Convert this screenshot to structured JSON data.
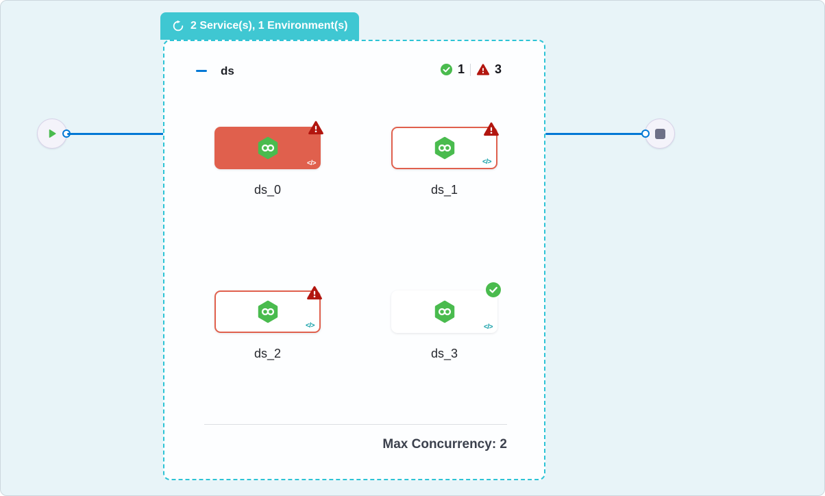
{
  "colors": {
    "canvas_bg": "#e8f4f8",
    "canvas_border": "#ccd7dd",
    "badge_teal": "#3fc7d2",
    "dashed_teal": "#2cc3d5",
    "edge_blue": "#0278d5",
    "card_red": "#e0604d",
    "alert_red": "#b2160f",
    "green": "#4abb4e",
    "code_teal": "#0a9ba4",
    "stop_gray": "#6e7087",
    "group_bg": "#fdfeff",
    "text_dark": "#1d2026",
    "label_text": "#25272d",
    "footer_text": "#3c414d"
  },
  "matrix_badge": {
    "label": "2 Service(s), 1 Environment(s)",
    "icon": "loop-icon"
  },
  "stage_group": {
    "title": "ds",
    "success_count": "1",
    "failure_count": "3",
    "footer": "Max Concurrency: 2"
  },
  "glyphs": {
    "code": "</>"
  },
  "nodes": [
    {
      "label": "ds_0",
      "state": "failed-solid",
      "status_icon": "warning-icon"
    },
    {
      "label": "ds_1",
      "state": "failed-outline",
      "status_icon": "warning-icon"
    },
    {
      "label": "ds_2",
      "state": "failed-outline",
      "status_icon": "warning-icon"
    },
    {
      "label": "ds_3",
      "state": "success",
      "status_icon": "check-icon"
    }
  ],
  "endpoints": {
    "start_icon": "play-icon",
    "end_icon": "stop-icon"
  }
}
